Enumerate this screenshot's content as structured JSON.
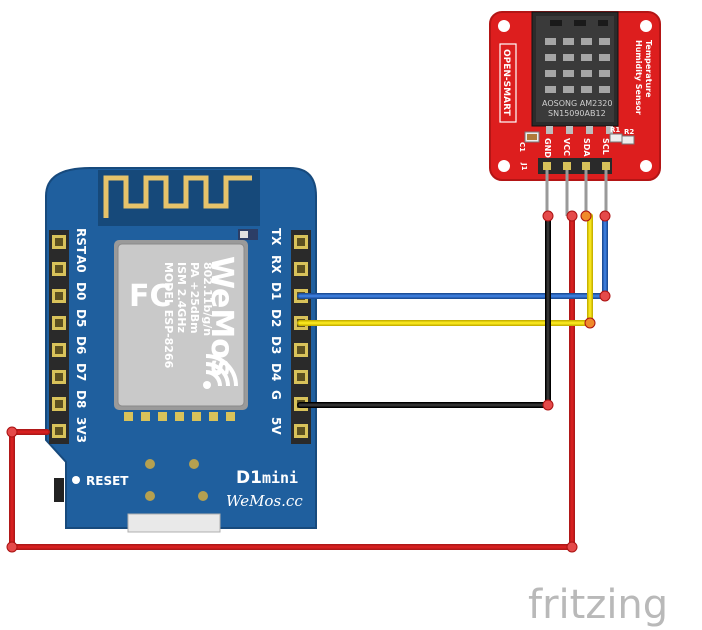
{
  "d1mini": {
    "left_pins": [
      "RST",
      "A0",
      "D0",
      "D5",
      "D6",
      "D7",
      "D8",
      "3V3"
    ],
    "right_pins": [
      "TX",
      "RX",
      "D1",
      "D2",
      "D3",
      "D4",
      "G",
      "5V"
    ],
    "reset_label": "RESET",
    "board_name": "D1",
    "board_name_suffix": "mini",
    "board_site": "WeMos.cc",
    "module": {
      "brand": "WeMos",
      "fcc_mark": "FC",
      "lines": [
        "MODEL  ESP-8266",
        "ISM 2.4GHz",
        "PA +25dBm",
        "802.11b/g/n"
      ]
    }
  },
  "sensor": {
    "brand": "OPEN-SMART",
    "title_lines": [
      "Temperature",
      "Humidity Sensor"
    ],
    "chip_lines": [
      "AOSONG AM2320",
      "SN15090AB12"
    ],
    "pins": [
      "GND",
      "VCC",
      "SDA",
      "SCL"
    ],
    "refs": {
      "c1": "C1",
      "r1": "R1",
      "r2": "R2",
      "j1": "J1"
    }
  },
  "wires": [
    {
      "from": "D1",
      "to": "SCL",
      "color": "#2f6fc4"
    },
    {
      "from": "D2",
      "to": "SDA",
      "color": "#f2e21a"
    },
    {
      "from": "G",
      "to": "GND",
      "color": "#1a1a1a"
    },
    {
      "from": "3V3",
      "to": "VCC",
      "color": "#c41e1e"
    }
  ],
  "watermark": "fritzing"
}
